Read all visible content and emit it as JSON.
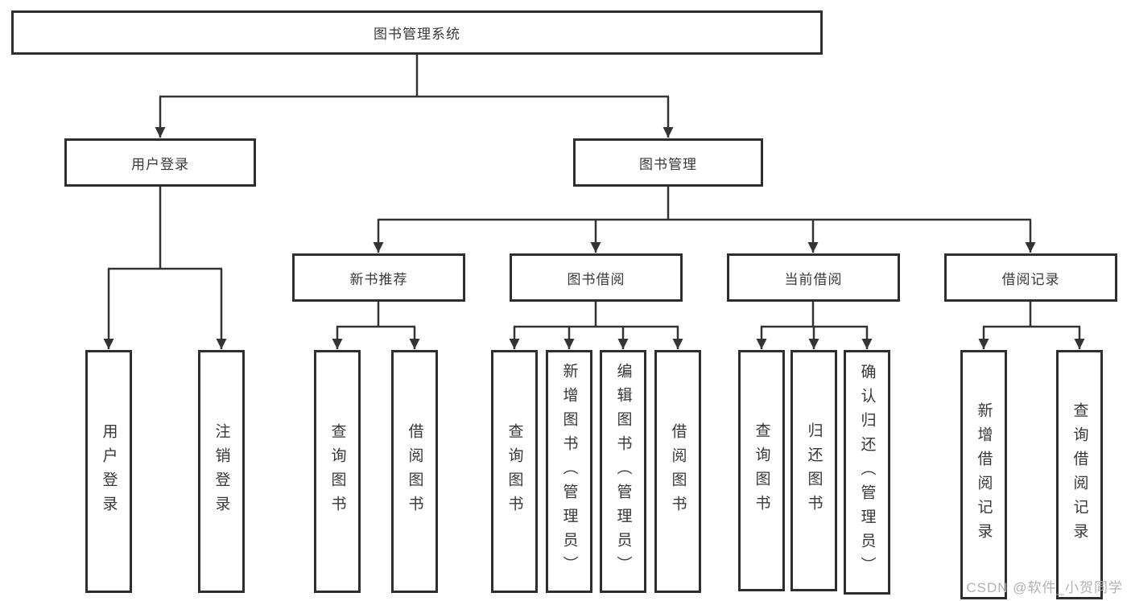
{
  "tree": {
    "root": {
      "label": "图书管理系统"
    },
    "branches": [
      {
        "label": "用户登录",
        "children": [
          {
            "label": "用户登录"
          },
          {
            "label": "注销登录"
          }
        ]
      },
      {
        "label": "图书管理",
        "groups": [
          {
            "label": "新书推荐",
            "children": [
              {
                "label": "查询图书"
              },
              {
                "label": "借阅图书"
              }
            ]
          },
          {
            "label": "图书借阅",
            "children": [
              {
                "label": "查询图书"
              },
              {
                "label": "新增图书（管理员）"
              },
              {
                "label": "编辑图书（管理员）"
              },
              {
                "label": "借阅图书"
              }
            ]
          },
          {
            "label": "当前借阅",
            "children": [
              {
                "label": "查询图书"
              },
              {
                "label": "归还图书"
              },
              {
                "label": "确认归还（管理员）"
              }
            ]
          },
          {
            "label": "借阅记录",
            "children": [
              {
                "label": "新增借阅记录"
              },
              {
                "label": "查询借阅记录"
              }
            ]
          }
        ]
      }
    ]
  },
  "watermark": {
    "text": "CSDN @软件_小贺同学"
  },
  "colors": {
    "line": "#333333",
    "box_border": "#2e2e2e",
    "text": "#383838",
    "watermark": "#b2b2b2",
    "bg": "#ffffff"
  }
}
